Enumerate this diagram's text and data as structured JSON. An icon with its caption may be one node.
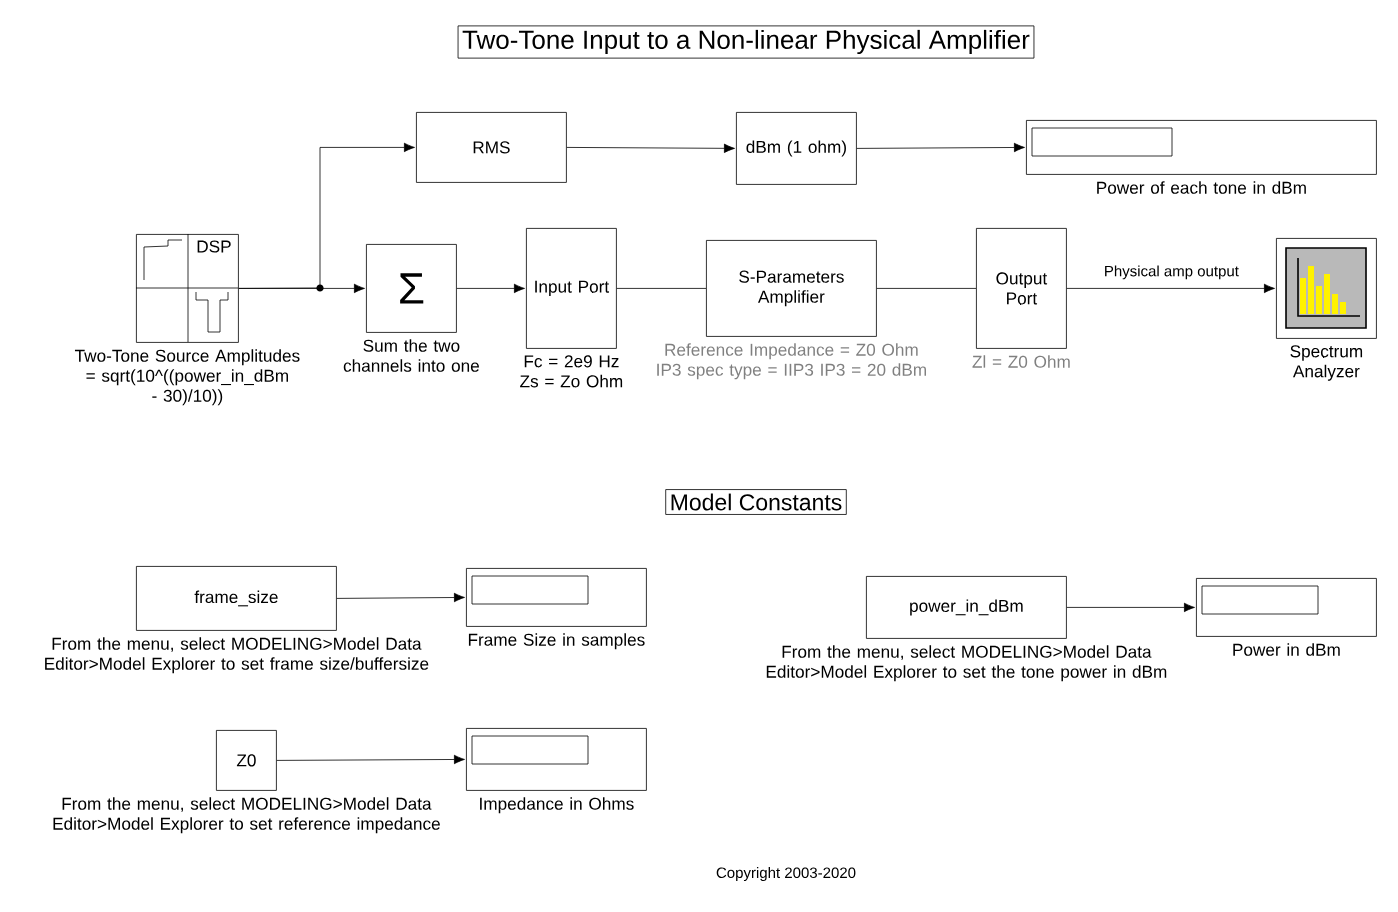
{
  "diagram": {
    "title": "Two-Tone Input to a Non-linear Physical Amplifier",
    "nodes": [
      {
        "text": [
          "DSP"
        ],
        "beside": [
          "Two-Tone Source Amplitudes = sqrt(10^((power_in_dBm - 30)/10))"
        ]
      },
      {
        "text": [
          "Σ"
        ],
        "beside": [
          "Sum the two channels into one"
        ]
      },
      {
        "text": [
          "RMS"
        ]
      },
      {
        "text": [
          "dBm (1 ohm)"
        ]
      },
      {
        "text": [],
        "shape": "box",
        "beside": [
          "Power of each tone in dBm"
        ]
      },
      {
        "text": [
          "Input Port"
        ],
        "beside": [
          "Fc = 2e9 Hz Zs = Zo Ohm"
        ]
      },
      {
        "text": [
          "S-Parameters Amplifier"
        ],
        "beside": [
          "Reference Impedance = Z0 Ohm IP3 spec type = IIP3 IP3 =  20 dBm"
        ]
      },
      {
        "text": [
          "Output Port"
        ],
        "beside": [
          "Zl = Z0 Ohm"
        ]
      },
      {
        "text": [],
        "shape": "box",
        "beside": [
          "Spectrum Analyzer"
        ]
      },
      {
        "text": [
          "frame_size"
        ],
        "beside": [
          "From the menu, select MODELING>Model Data Editor>Model Explorer to set frame size/buffersize"
        ]
      },
      {
        "text": [],
        "shape": "box",
        "beside": [
          "Frame Size in samples"
        ]
      },
      {
        "text": [
          "Z0"
        ],
        "beside": [
          "From the menu, select MODELING>Model Data Editor>Model Explorer to set reference impedance"
        ]
      },
      {
        "text": [],
        "shape": "box",
        "beside": [
          "Impedance in Ohms"
        ]
      },
      {
        "text": [
          "power_in_dBm"
        ],
        "beside": [
          "From the menu, select MODELING>Model Data Editor>Model Explorer to set the tone power in dBm"
        ]
      },
      {
        "text": [],
        "shape": "box",
        "beside": [
          "Power in dBm"
        ]
      }
    ],
    "edges": [
      {
        "from": 0,
        "to": 1,
        "arrow": "to"
      },
      {
        "from": 0,
        "to": 2,
        "arrow": "to"
      },
      {
        "from": 2,
        "to": 3,
        "arrow": "to"
      },
      {
        "from": 3,
        "to": 4,
        "arrow": "to"
      },
      {
        "from": 1,
        "to": 5,
        "arrow": "to"
      },
      {
        "from": 5,
        "to": 6,
        "arrow": "none"
      },
      {
        "from": 6,
        "to": 7,
        "arrow": "none"
      },
      {
        "from": 7,
        "to": 8,
        "arrow": "to",
        "label": "Physical amp output"
      },
      {
        "from": 9,
        "to": 10,
        "arrow": "to"
      },
      {
        "from": 11,
        "to": 12,
        "arrow": "to"
      },
      {
        "from": 13,
        "to": 14,
        "arrow": "to"
      }
    ],
    "labels": [
      "Model Constants",
      "Copyright 2003-2020"
    ]
  }
}
